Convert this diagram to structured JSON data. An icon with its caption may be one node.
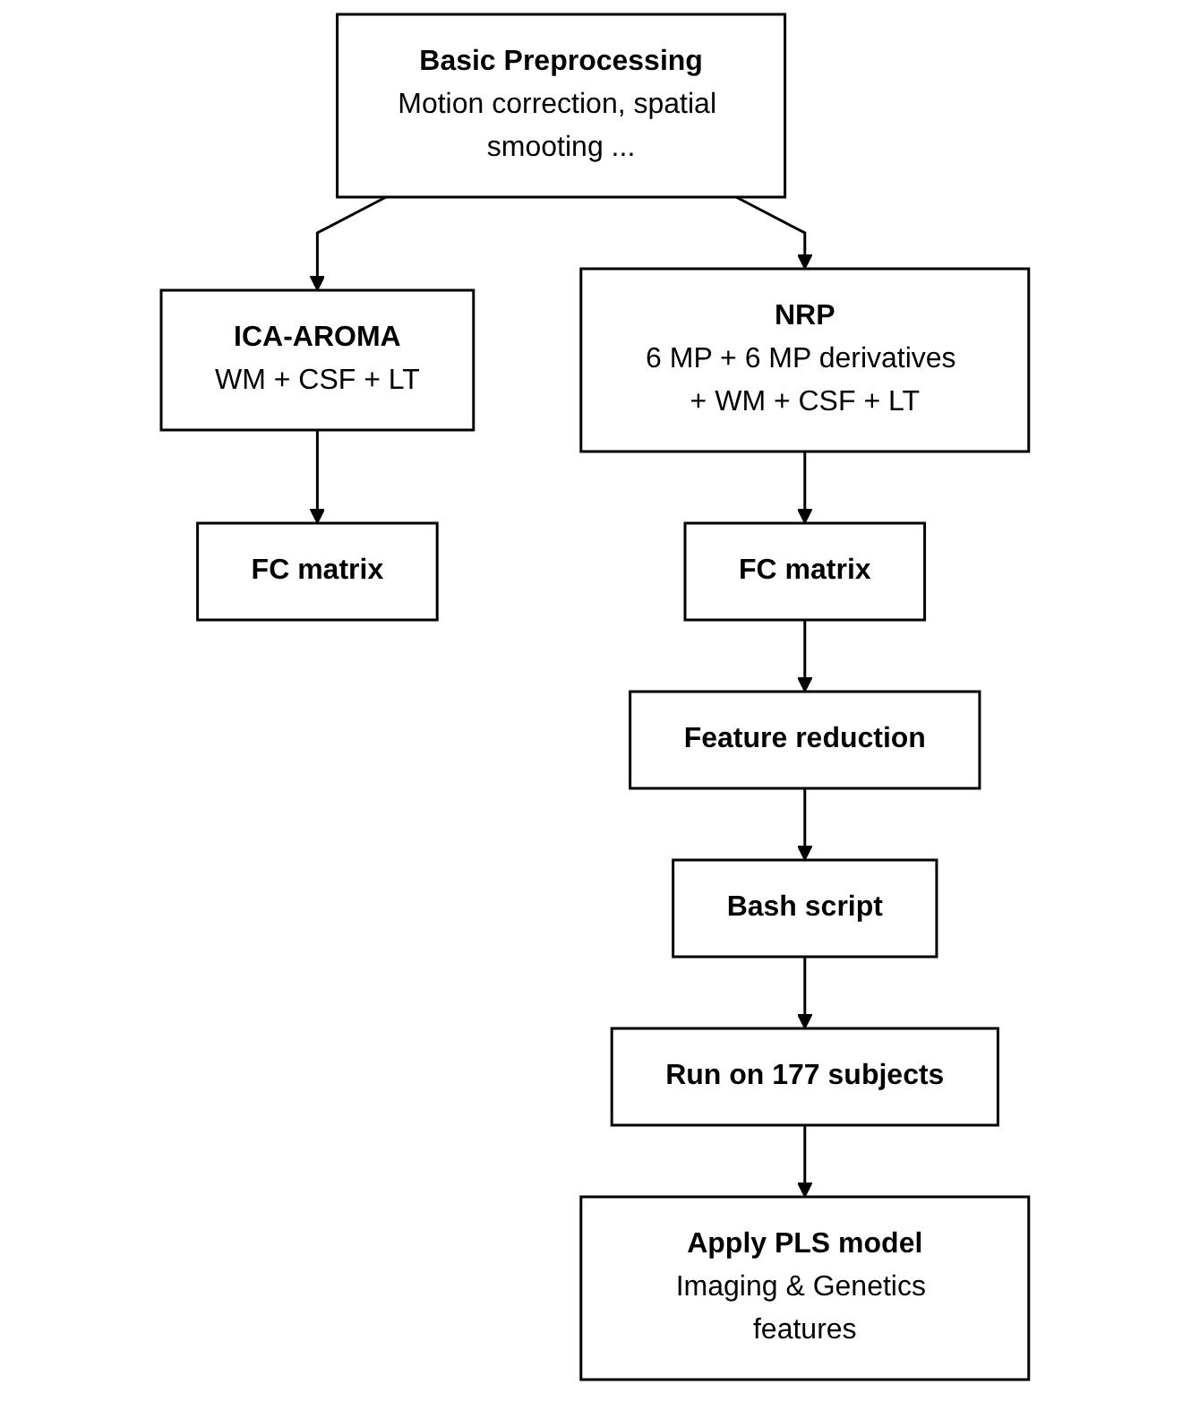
{
  "diagram": {
    "nodes": [
      {
        "text": [
          "Basic Preprocessing",
          "Motion correction, spatial smooting ..."
        ]
      },
      {
        "text": [
          "ICA-AROMA",
          "WM + CSF + LT"
        ]
      },
      {
        "text": [
          "NRP",
          "6 MP + 6 MP derivatives + WM + CSF + LT"
        ]
      },
      {
        "text": [
          "FC matrix"
        ]
      },
      {
        "text": [
          "FC matrix"
        ]
      },
      {
        "text": [
          "Feature reduction"
        ]
      },
      {
        "text": [
          "Bash script"
        ]
      },
      {
        "text": [
          "Run on 177 subjects"
        ]
      },
      {
        "text": [
          "Apply PLS model",
          "Imaging & Genetics features"
        ]
      }
    ],
    "edges": [
      {
        "from": 0,
        "to": 1,
        "arrow": "to"
      },
      {
        "from": 0,
        "to": 2,
        "arrow": "to"
      },
      {
        "from": 1,
        "to": 3,
        "arrow": "to"
      },
      {
        "from": 2,
        "to": 4,
        "arrow": "to"
      },
      {
        "from": 4,
        "to": 5,
        "arrow": "to"
      },
      {
        "from": 5,
        "to": 6,
        "arrow": "to"
      },
      {
        "from": 6,
        "to": 7,
        "arrow": "to"
      },
      {
        "from": 7,
        "to": 8,
        "arrow": "to"
      }
    ]
  }
}
